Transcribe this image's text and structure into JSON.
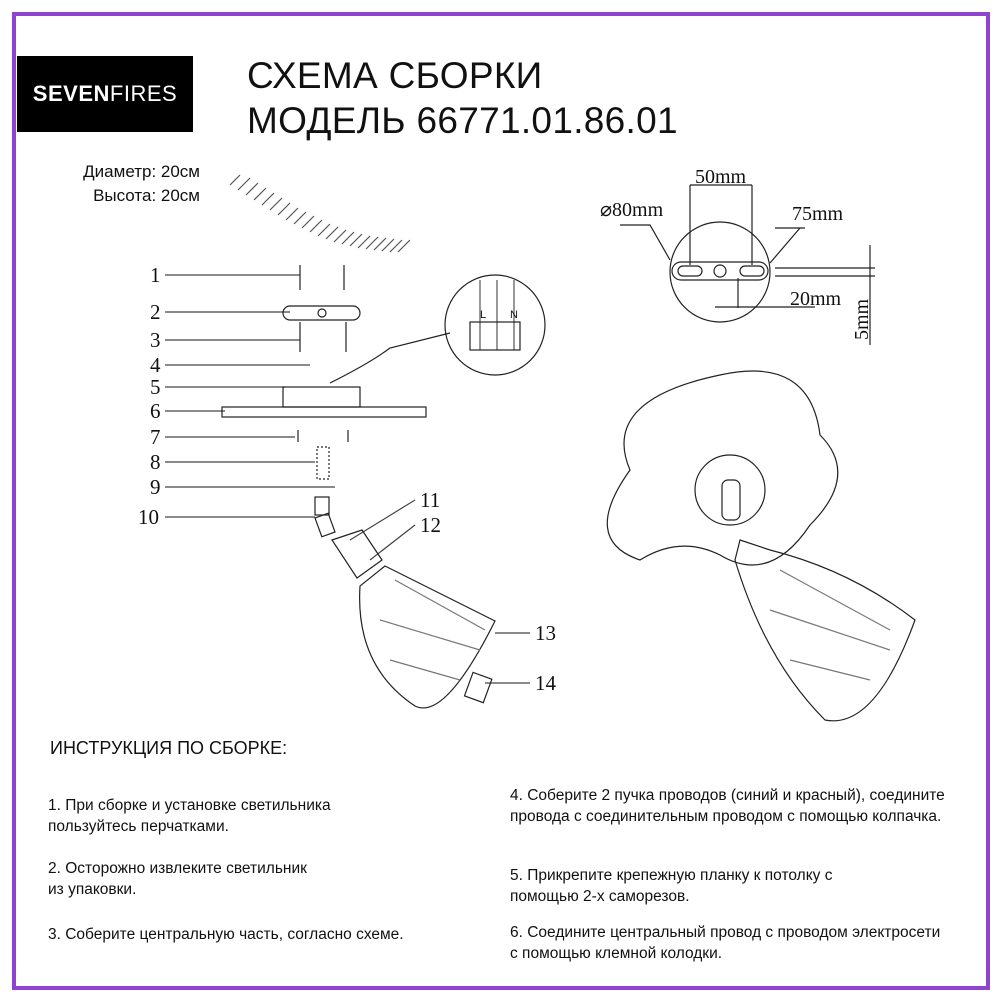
{
  "brand": {
    "bold": "SEVEN",
    "light": "FIRES"
  },
  "title": {
    "line1": "СХЕМА СБОРКИ",
    "line2": "МОДЕЛЬ 66771.01.86.01"
  },
  "dimensions": {
    "diameter": "Диаметр: 20см",
    "height": "Высота: 20см"
  },
  "plate": {
    "d80": "⌀80mm",
    "d50": "50mm",
    "d75": "75mm",
    "d20": "20mm",
    "d5": "5mm"
  },
  "parts": [
    "1",
    "2",
    "3",
    "4",
    "5",
    "6",
    "7",
    "8",
    "9",
    "10",
    "11",
    "12",
    "13",
    "14"
  ],
  "connector": {
    "l": "L",
    "n": "N"
  },
  "instructions": {
    "title": "ИНСТРУКЦИЯ ПО СБОРКЕ:",
    "steps": [
      "1. При сборке и установке светильника пользуйтесь перчатками.",
      "2. Осторожно извлеките светильник из упаковки.",
      "3. Соберите центральную часть, согласно схеме.",
      "4. Соберите 2 пучка проводов (синий и красный), соедините провода с соединительным проводом с помощью колпачка.",
      "5. Прикрепите крепежную планку к потолку с помощью 2-х саморезов.",
      "6. Соедините центральный провод с проводом электросети с помощью клемной колодки."
    ]
  },
  "colors": {
    "frame": "#8e44cf"
  }
}
